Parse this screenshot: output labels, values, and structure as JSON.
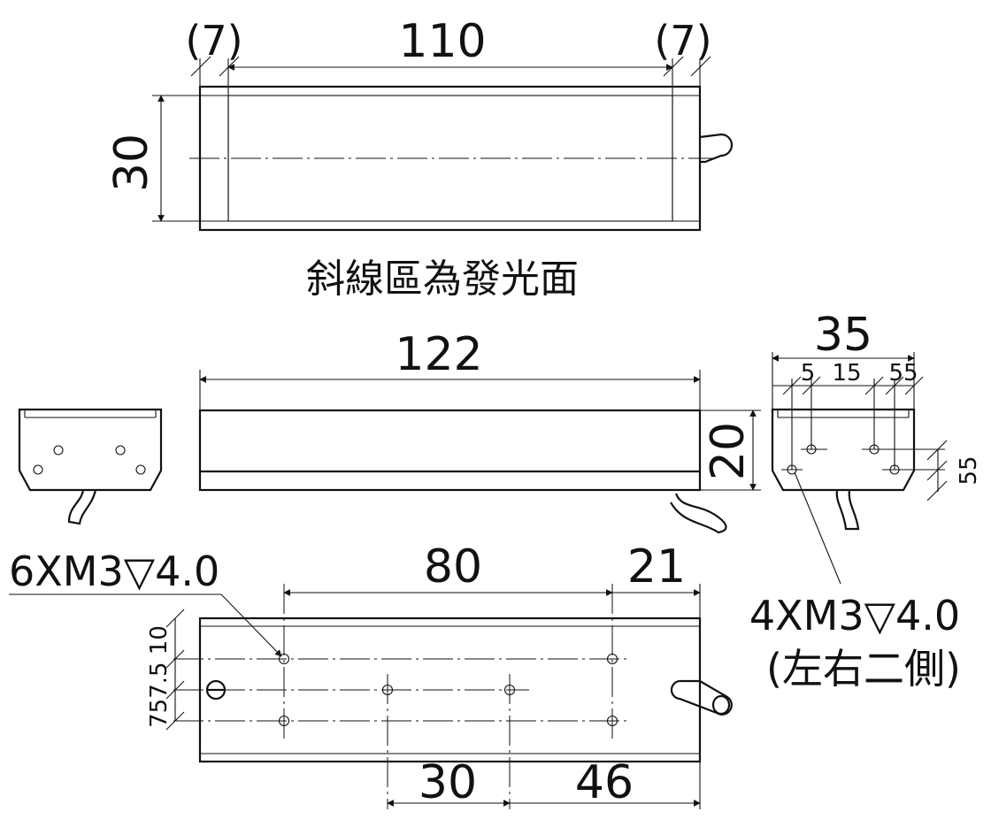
{
  "dims": {
    "top_left_offset": "(7)",
    "emitting_length": "110",
    "top_right_offset": "(7)",
    "emitting_width": "30",
    "overall_length": "122",
    "height": "20",
    "width": "35",
    "side_a": "5",
    "side_b": "15",
    "side_c": "55",
    "side_vertical": "55",
    "hole_pitch": "80",
    "hole_end_offset": "21",
    "bottom_vertical": "757.5 10",
    "center_pitch": "30",
    "center_end_offset": "46"
  },
  "captions": {
    "hatch_note": "斜線區為發光面"
  },
  "callouts": {
    "bottom_holes": "6XM3▽4.0",
    "side_holes": "4XM3▽4.0",
    "side_note": "(左右二側)"
  }
}
